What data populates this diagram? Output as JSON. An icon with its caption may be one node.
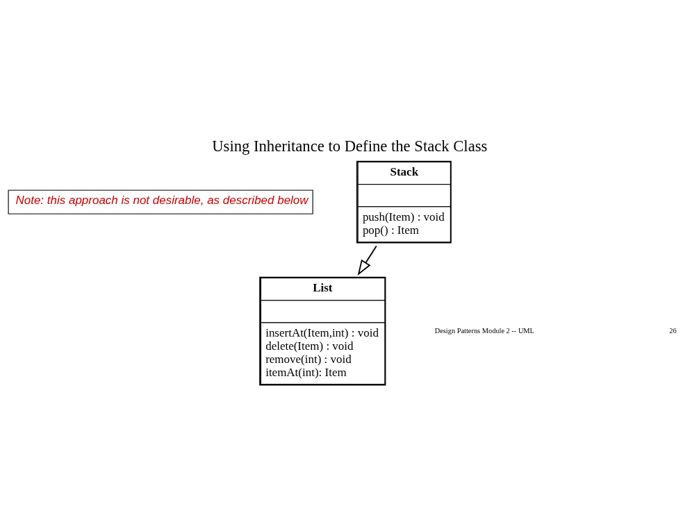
{
  "diagram": {
    "title": "Using Inheritance to Define the Stack Class",
    "nodes": [
      {
        "text": [
          "List",
          "insertAt(Item,int) : void",
          "delete(Item) : void",
          "remove(int) : void",
          "itemAt(int): Item"
        ]
      },
      {
        "text": [
          "Stack",
          "push(Item) : void",
          "pop() : Item"
        ]
      },
      {
        "text": [
          "Note: this approach is not desirable, as described below"
        ]
      }
    ],
    "edges": [
      {
        "from": 1,
        "to": 0,
        "arrow": "to"
      }
    ],
    "labels": [
      "Design Patterns Module 2 -- UML",
      "26"
    ]
  }
}
